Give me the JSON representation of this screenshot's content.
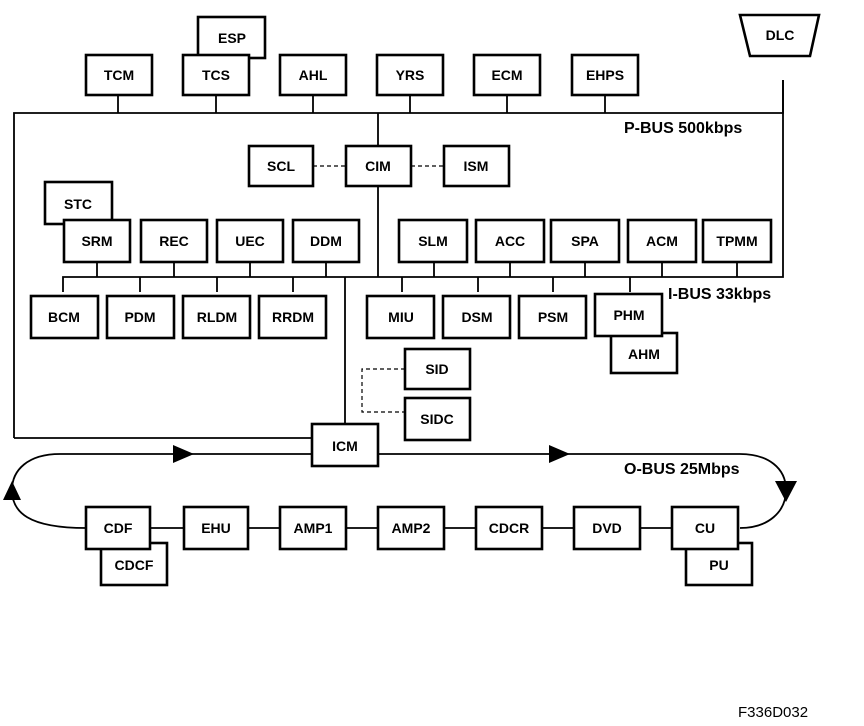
{
  "buses": {
    "p_bus": "P-BUS 500kbps",
    "i_bus": "I-BUS 33kbps",
    "o_bus": "O-BUS 25Mbps"
  },
  "modules": {
    "esp": "ESP",
    "tcm": "TCM",
    "tcs": "TCS",
    "ahl": "AHL",
    "yrs": "YRS",
    "ecm": "ECM",
    "ehps": "EHPS",
    "dlc": "DLC",
    "scl": "SCL",
    "cim": "CIM",
    "ism": "ISM",
    "stc": "STC",
    "srm": "SRM",
    "rec": "REC",
    "uec": "UEC",
    "ddm": "DDM",
    "slm": "SLM",
    "acc": "ACC",
    "spa": "SPA",
    "acm": "ACM",
    "tpmm": "TPMM",
    "bcm": "BCM",
    "pdm": "PDM",
    "rldm": "RLDM",
    "rrdm": "RRDM",
    "miu": "MIU",
    "dsm": "DSM",
    "psm": "PSM",
    "phm": "PHM",
    "ahm": "AHM",
    "sid": "SID",
    "sidc": "SIDC",
    "icm": "ICM",
    "cdf": "CDF",
    "cdcf": "CDCF",
    "ehu": "EHU",
    "amp1": "AMP1",
    "amp2": "AMP2",
    "cdcr": "CDCR",
    "dvd": "DVD",
    "cu": "CU",
    "pu": "PU"
  },
  "figure_code": "F336D032"
}
